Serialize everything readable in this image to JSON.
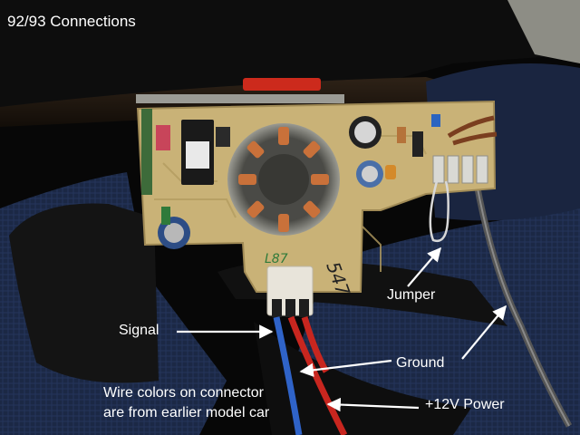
{
  "title": "92/93 Connections",
  "labels": {
    "jumper": "Jumper",
    "signal": "Signal",
    "ground": "Ground",
    "power": "+12V Power",
    "note_line1": "Wire colors on connector",
    "note_line2": "are from earlier model car"
  },
  "photo": {
    "subject": "circuit-board-with-connector",
    "colors": {
      "pcb": "#c9b277",
      "wire_blue": "#2f63c8",
      "wire_red": "#c8261f",
      "wire_brown": "#7a3e1f",
      "cloth_blue": "#1c2a48"
    }
  }
}
